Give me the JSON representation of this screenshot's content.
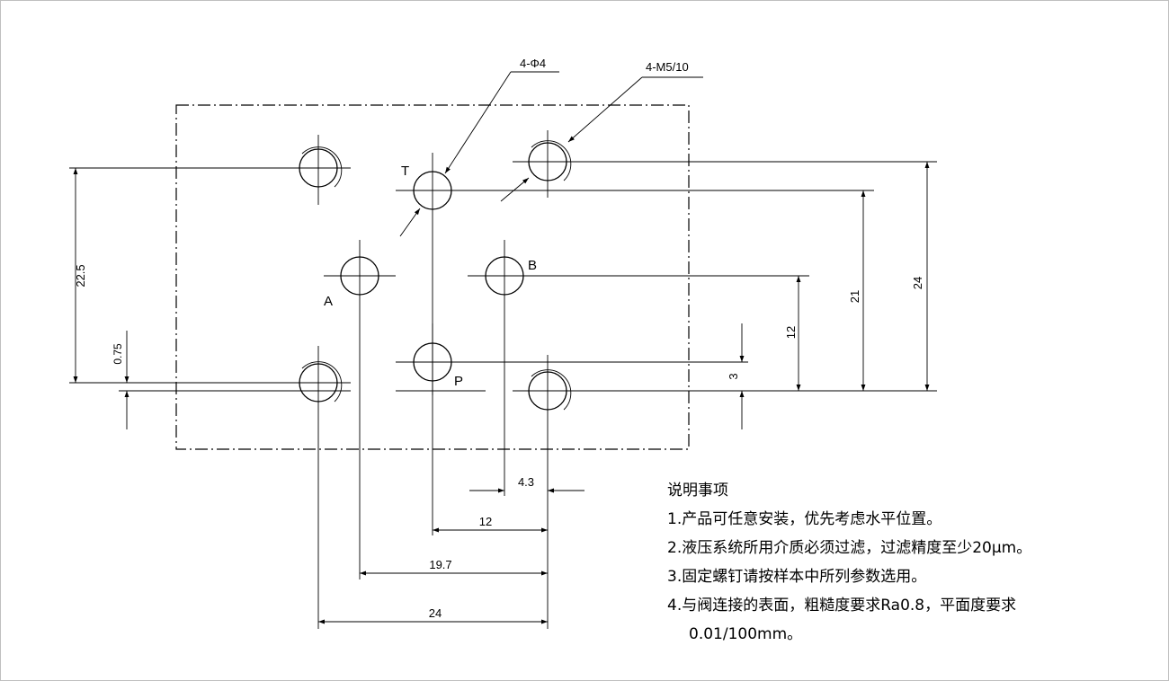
{
  "callouts": {
    "through_holes": "4-Φ4",
    "threaded_holes": "4-M5/10"
  },
  "ports": {
    "T": "T",
    "A": "A",
    "B": "B",
    "P": "P"
  },
  "dimensions": {
    "left_height": "22.5",
    "offset": "0.75",
    "right_12": "12",
    "right_21": "21",
    "right_24": "24",
    "right_3": "3",
    "bottom_4_3": "4.3",
    "bottom_12": "12",
    "bottom_19_7": "19.7",
    "bottom_24": "24"
  },
  "notes": {
    "title": "说明事项",
    "item1": "1.产品可任意安装，优先考虑水平位置。",
    "item2": "2.液压系统所用介质必须过滤，过滤精度至少20μm。",
    "item3": "3.固定螺钉请按样本中所列参数选用。",
    "item4a": "4.与阀连接的表面，粗糙度要求Ra0.8，平面度要求",
    "item4b": "0.01/100mm。"
  }
}
